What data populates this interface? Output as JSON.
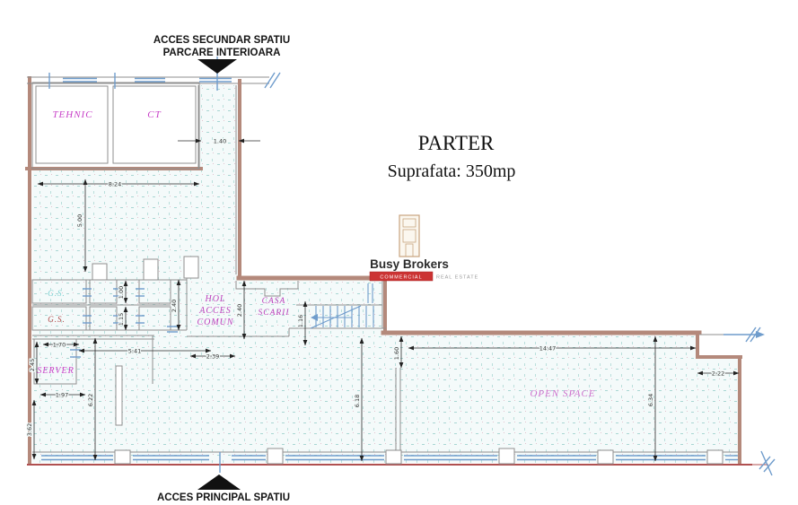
{
  "title": {
    "heading": "PARTER",
    "subtitle": "Suprafata: 350mp"
  },
  "access": {
    "secondary_line1": "ACCES SECUNDAR SPATIU",
    "secondary_line2": "PARCARE INTERIOARA",
    "principal": "ACCES PRINCIPAL SPATIU"
  },
  "logo": {
    "name": "Busy Brokers",
    "badge": "COMMERCIAL",
    "tagline": "REAL ESTATE"
  },
  "rooms": {
    "tehnic": "TEHNIC",
    "ct": "CT",
    "gs_top": "G.S.",
    "gs_bottom": "G.S.",
    "server": "SERVER",
    "hol_l1": "HOL",
    "hol_l2": "ACCES",
    "hol_l3": "COMUN",
    "casa_l1": "CASA",
    "casa_l2": "SCARII",
    "open_space": "OPEN SPACE"
  },
  "dimensions": {
    "corridor_width": "1.40",
    "upper_room_width": "8.24",
    "upper_room_height": "5.00",
    "stall_top_height": "1.00",
    "stall_bottom_height": "1.15",
    "sanitary_band_height": "2.40",
    "hol_passage_height": "2.40",
    "stair_flight_width": "1.16",
    "server_door_width": "1.70",
    "server_height": "2.45",
    "server_width": "1.97",
    "lower_left_height": "3.62",
    "left_zone_height": "6.22",
    "mid_room_width": "5.41",
    "hol_width": "2.39",
    "open_space_left_height": "6.18",
    "open_space_top_width": "14.47",
    "open_space_right_height": "6.34",
    "right_notch_width": "2.22",
    "open_space_offset": "1.60"
  },
  "colors": {
    "wall_accent": "#b4897b",
    "window_blue": "#6f9ccc",
    "room_label_magenta": "#c73fc7",
    "gs_label_cyan": "#7ad0d0",
    "gs_label_red": "#b04848",
    "baseline_red": "#b05050",
    "logo_badge_red": "#cc3333",
    "hatch_teal": "#a9d6d3"
  }
}
